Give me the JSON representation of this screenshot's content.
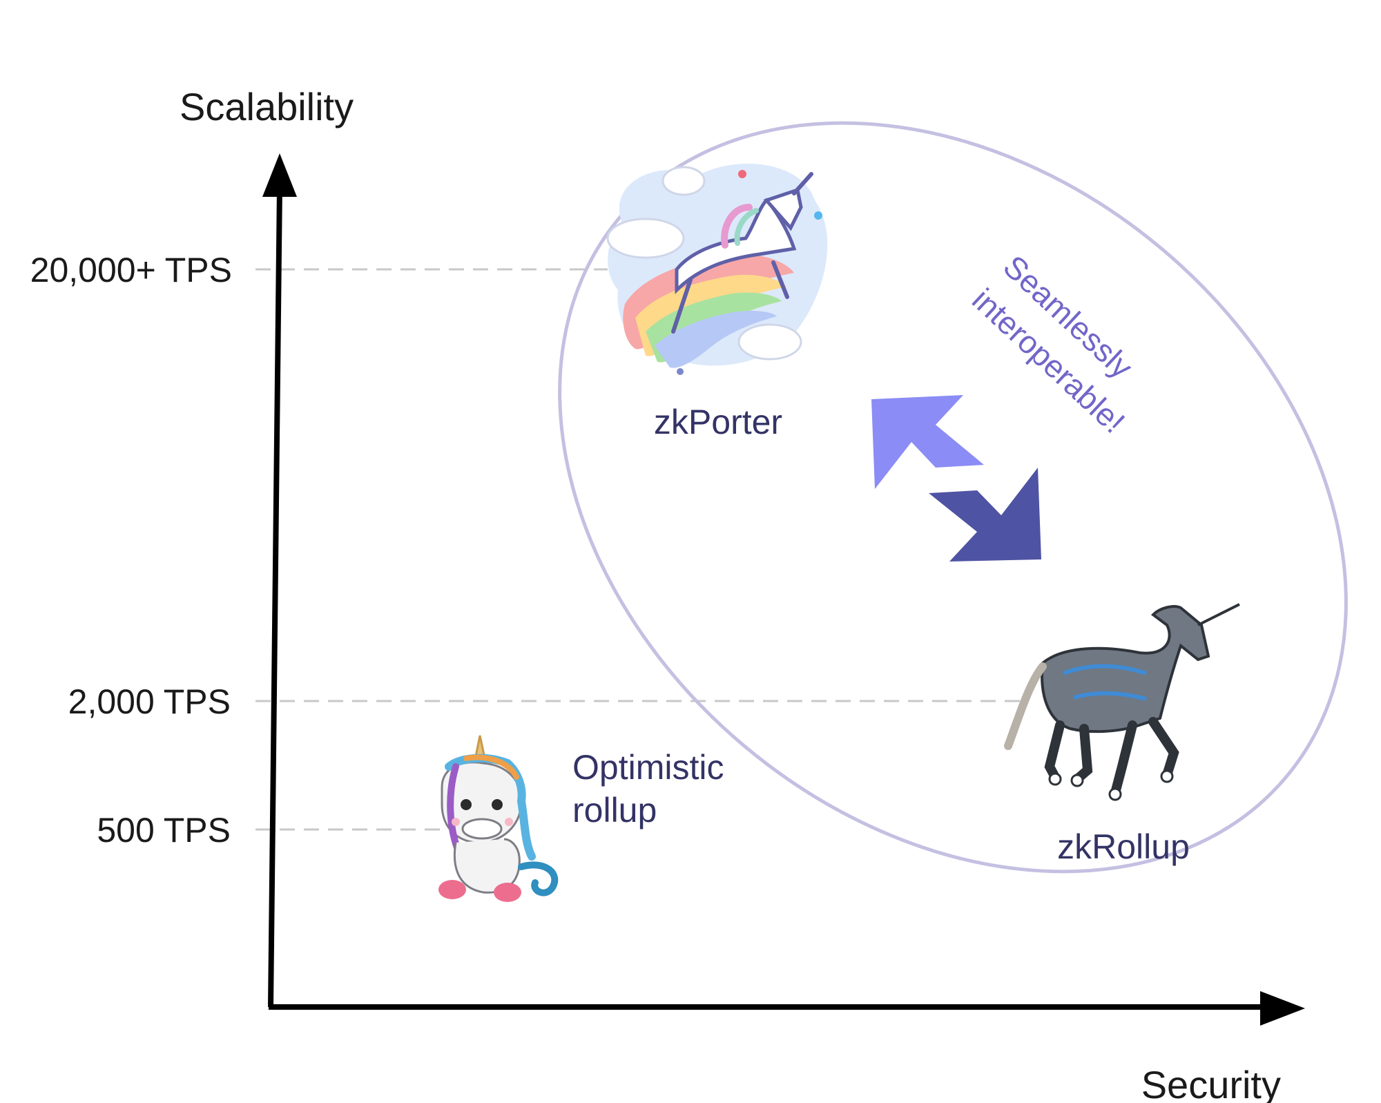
{
  "axes": {
    "y_label": "Scalability",
    "x_label": "Security"
  },
  "ticks": [
    {
      "label": "20,000+ TPS"
    },
    {
      "label": "2,000 TPS"
    },
    {
      "label": "500 TPS"
    }
  ],
  "items": {
    "zkporter": {
      "label": "zkPorter",
      "icon": "rainbow-unicorn-icon"
    },
    "zkrollup": {
      "label": "zkRollup",
      "icon": "robot-unicorn-icon"
    },
    "optimistic": {
      "label_line1": "Optimistic",
      "label_line2": "rollup",
      "icon": "baby-unicorn-icon"
    }
  },
  "callout": {
    "line1": "Seamlessly",
    "line2": "interoperable!"
  },
  "colors": {
    "text": "#1a1a1a",
    "item_label": "#333366",
    "callout": "#7166c8",
    "ellipse": "#c4c0e2",
    "arrow_light": "#8b8cf5",
    "arrow_dark": "#4f53a3",
    "guide": "#c8c8c8"
  }
}
